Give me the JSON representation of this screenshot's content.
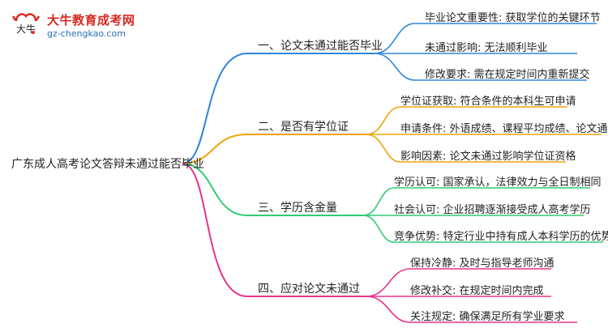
{
  "logo": {
    "brand": "大牛教育成考网",
    "site": "gz-chengkao.com",
    "mark_text": "大牛"
  },
  "root": {
    "label": "广东成人高考论文答辩未通过能否毕业"
  },
  "branches": [
    {
      "label": "一、论文未通过能否毕业",
      "color": "#2e86de",
      "leaves": [
        "毕业论文重要性: 获取学位的关键环节",
        "未通过影响: 无法顺利毕业",
        "修改要求: 需在规定时间内重新提交"
      ]
    },
    {
      "label": "二、是否有学位证",
      "color": "#f0a30a",
      "leaves": [
        "学位证获取: 符合条件的本科生可申请",
        "申请条件: 外语成绩、课程平均成绩、论文通过",
        "影响因素: 论文未通过影响学位证资格"
      ]
    },
    {
      "label": "三、学历含金量",
      "color": "#2ecc71",
      "leaves": [
        "学历认可: 国家承认，法律效力与全日制相同",
        "社会认可: 企业招聘逐渐接受成人高考学历",
        "竞争优势: 特定行业中持有成人本科学历的优势"
      ]
    },
    {
      "label": "四、应对论文未通过",
      "color": "#e8338a",
      "leaves": [
        "保持冷静: 及时与指导老师沟通",
        "修改补交: 在规定时间内完成",
        "关注规定: 确保满足所有学业要求"
      ]
    }
  ]
}
